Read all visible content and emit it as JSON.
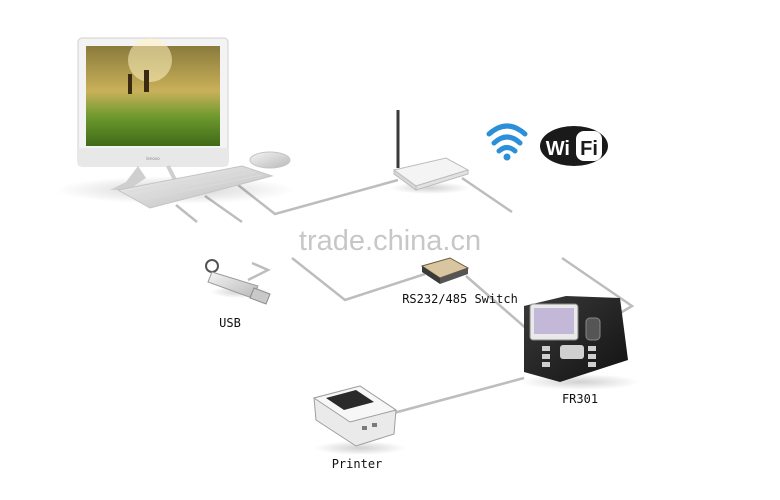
{
  "labels": {
    "usb": "USB",
    "switch": "RS232/485 Switch",
    "device": "FR301",
    "printer": "Printer"
  },
  "wifi": {
    "logo_text": "Wi Fi",
    "color_arc": "#2b8fd9",
    "color_badge": "#1a1a1a"
  },
  "watermark": "trade.china.cn",
  "monitor_brand": "lenovo",
  "icons": [
    "computer-icon",
    "keyboard-icon",
    "mouse-icon",
    "router-icon",
    "wifi-signal-icon",
    "wifi-logo",
    "usb-drive-icon",
    "rs232-switch-icon",
    "fr301-terminal-icon",
    "printer-icon"
  ],
  "colors": {
    "cable": "#bdbdbd",
    "device_dark": "#2a2a2a"
  }
}
